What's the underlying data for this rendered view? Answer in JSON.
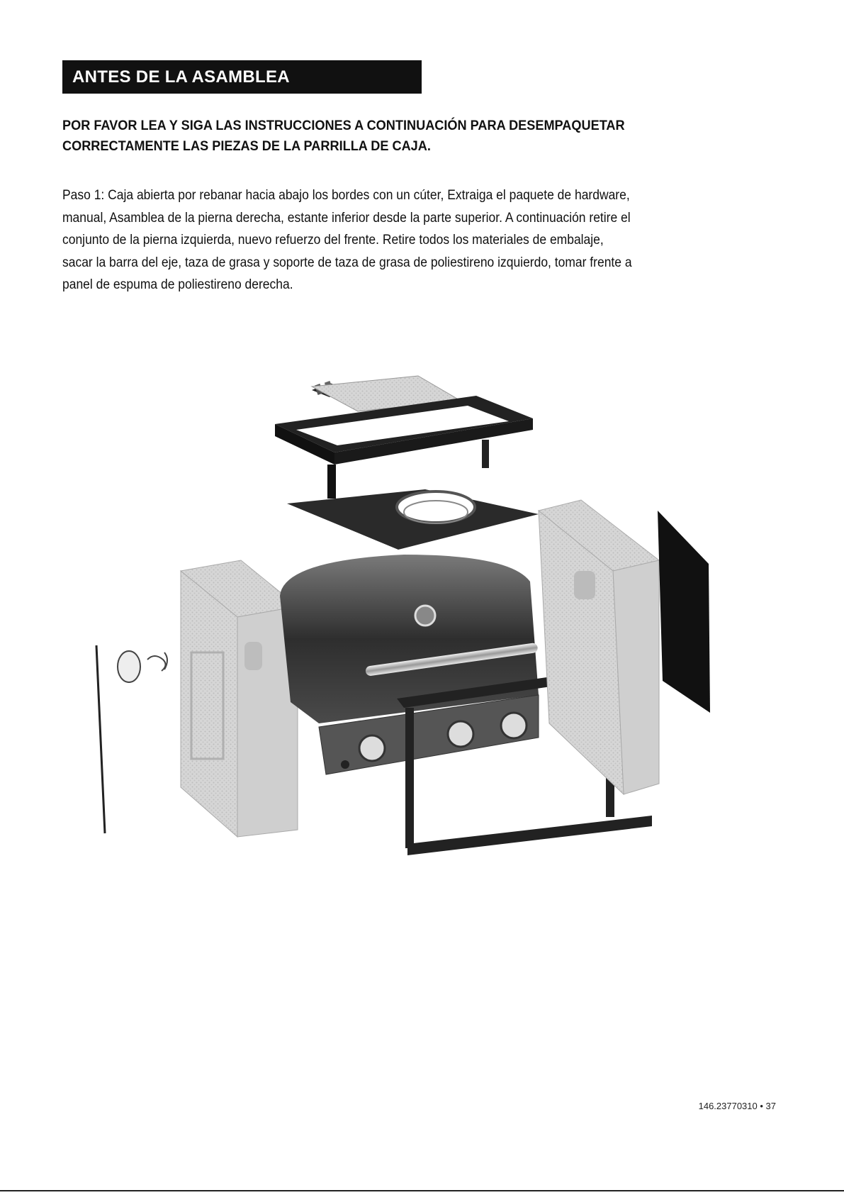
{
  "header": {
    "title": "ANTES DE LA ASAMBLEA"
  },
  "intro": {
    "lines": [
      "POR FAVOR LEA Y SIGA LAS INSTRUCCIONES A CONTINUACIÓN PARA DESEMPAQUETAR",
      "CORRECTAMENTE LAS PIEZAS DE LA PARRILLA DE CAJA."
    ]
  },
  "step": {
    "lines": [
      "Paso 1: Caja abierta por rebanar hacia abajo los bordes con un cúter, Extraiga el paquete de hardware,",
      "manual, Asamblea de la pierna derecha, estante inferior desde la parte superior. A continuación retire el",
      "conjunto de la pierna izquierda, nuevo refuerzo del frente. Retire todos los materiales de embalaje,",
      "sacar la barra del eje, taza de grasa y soporte de taza de grasa de poliestireno izquierdo, tomar frente a",
      "panel de espuma de poliestireno derecha."
    ]
  },
  "footer": {
    "page_ref": "146.23770310 • 37"
  }
}
